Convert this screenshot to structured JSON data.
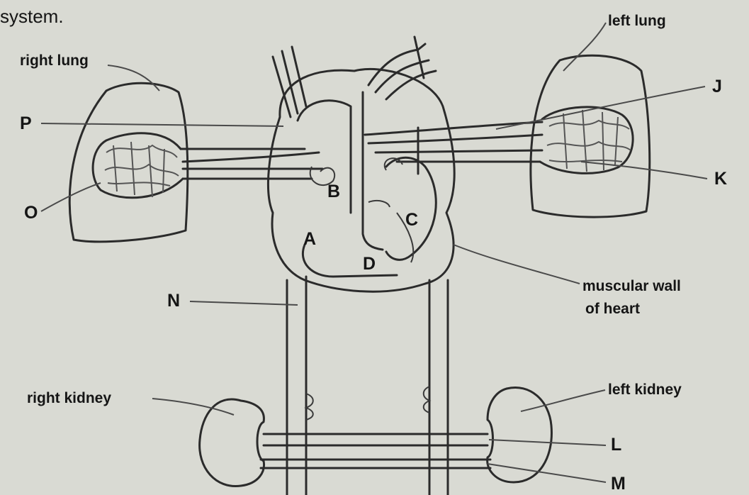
{
  "caption": "system.",
  "labels": {
    "right_lung": "right lung",
    "left_lung": "left lung",
    "right_kidney": "right kidney",
    "left_kidney": "left kidney",
    "muscular_wall_1": "muscular wall",
    "muscular_wall_2": "of heart",
    "A": "A",
    "B": "B",
    "C": "C",
    "D": "D",
    "J": "J",
    "K": "K",
    "L": "L",
    "M": "M",
    "N": "N",
    "O": "O",
    "P": "P"
  }
}
